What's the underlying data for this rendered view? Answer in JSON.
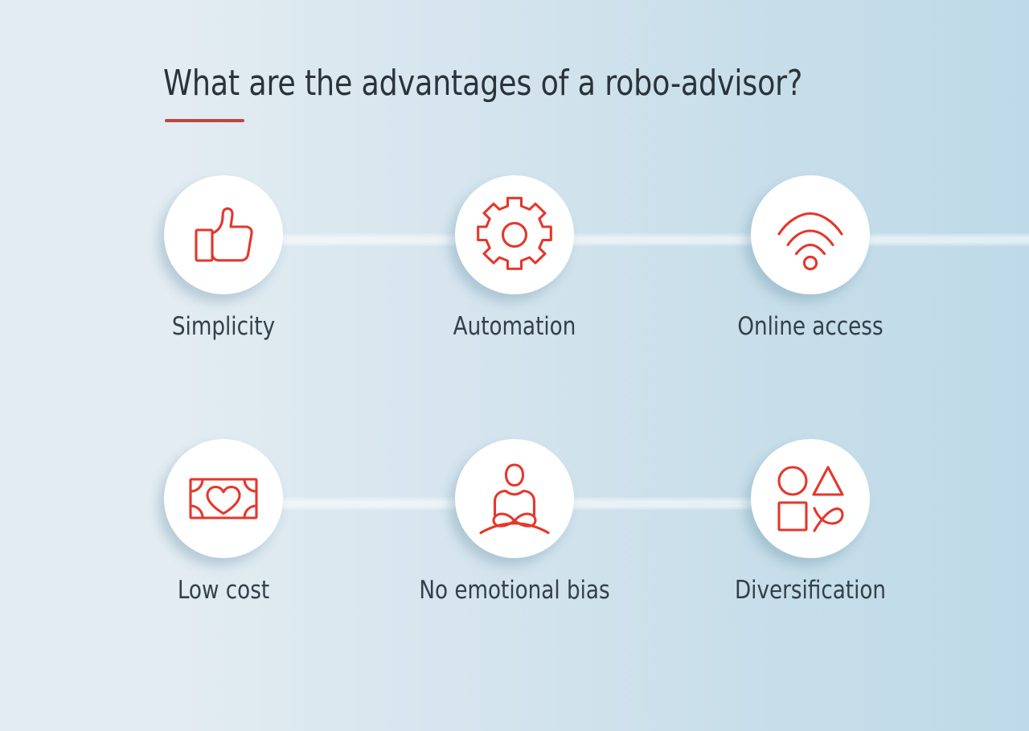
{
  "header": {
    "title": "What are the advantages of a robo-advisor?",
    "accent_color": "#c0453f",
    "title_color": "#2b333a"
  },
  "theme": {
    "icon_red": "#e5372c",
    "background_left": "#e3ecf2",
    "background_right": "#bedae8",
    "bubble_color": "#ffffff",
    "label_color": "#33404a",
    "connector_color": "#ffffff"
  },
  "rows": [
    {
      "items": [
        {
          "label": "Simplicity",
          "icon": "thumbs-up-icon"
        },
        {
          "label": "Automation",
          "icon": "gear-icon"
        },
        {
          "label": "Online access",
          "icon": "wifi-icon"
        }
      ]
    },
    {
      "items": [
        {
          "label": "Low cost",
          "icon": "banknote-heart-icon"
        },
        {
          "label": "No emotional bias",
          "icon": "meditation-icon"
        },
        {
          "label": "Diversification",
          "icon": "shapes-grid-icon"
        }
      ]
    }
  ]
}
